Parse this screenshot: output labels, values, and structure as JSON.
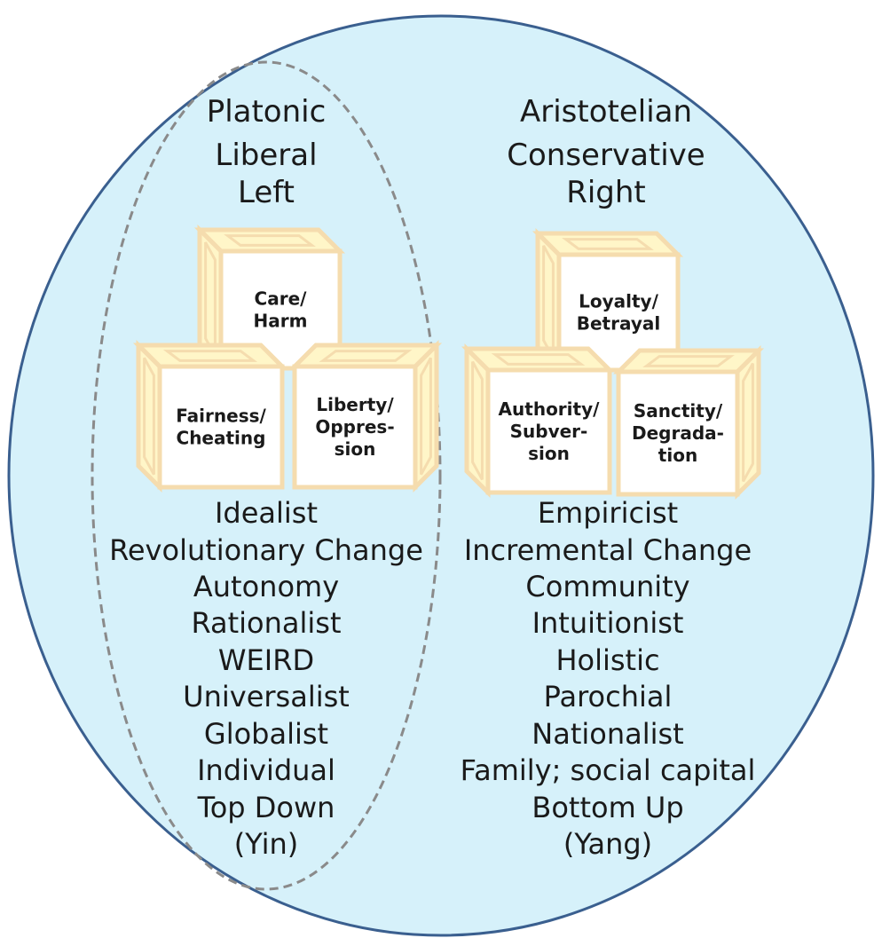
{
  "left": {
    "headings": [
      "Platonic",
      "Liberal",
      "Left"
    ],
    "blocks": [
      {
        "lines": [
          "Care/",
          "Harm"
        ]
      },
      {
        "lines": [
          "Fairness/",
          "Cheating"
        ]
      },
      {
        "lines": [
          "Liberty/",
          "Oppres-",
          "sion"
        ]
      }
    ],
    "traits": [
      "Idealist",
      "Revolutionary Change",
      "Autonomy",
      "Rationalist",
      "WEIRD",
      "Universalist",
      "Globalist",
      "Individual",
      "Top Down",
      "(Yin)"
    ]
  },
  "right": {
    "headings": [
      "Aristotelian",
      "Conservative",
      "Right"
    ],
    "blocks": [
      {
        "lines": [
          "Loyalty/",
          "Betrayal"
        ]
      },
      {
        "lines": [
          "Authority/",
          "Subver-",
          "sion"
        ]
      },
      {
        "lines": [
          "Sanctity/",
          "Degrada-",
          "tion"
        ]
      }
    ],
    "traits": [
      "Empiricist",
      "Incremental Change",
      "Community",
      "Intuitionist",
      "Holistic",
      "Parochial",
      "Nationalist",
      "Family; social capital",
      "Bottom Up",
      "(Yang)"
    ]
  },
  "colors": {
    "outer_fill": "#d6f1fa",
    "outer_stroke": "#3a5f8f",
    "inner_stroke": "#8a8a8a",
    "block_face": "#ffffff",
    "block_edge": "#f5dcae",
    "block_highlight": "#fff6c8"
  }
}
